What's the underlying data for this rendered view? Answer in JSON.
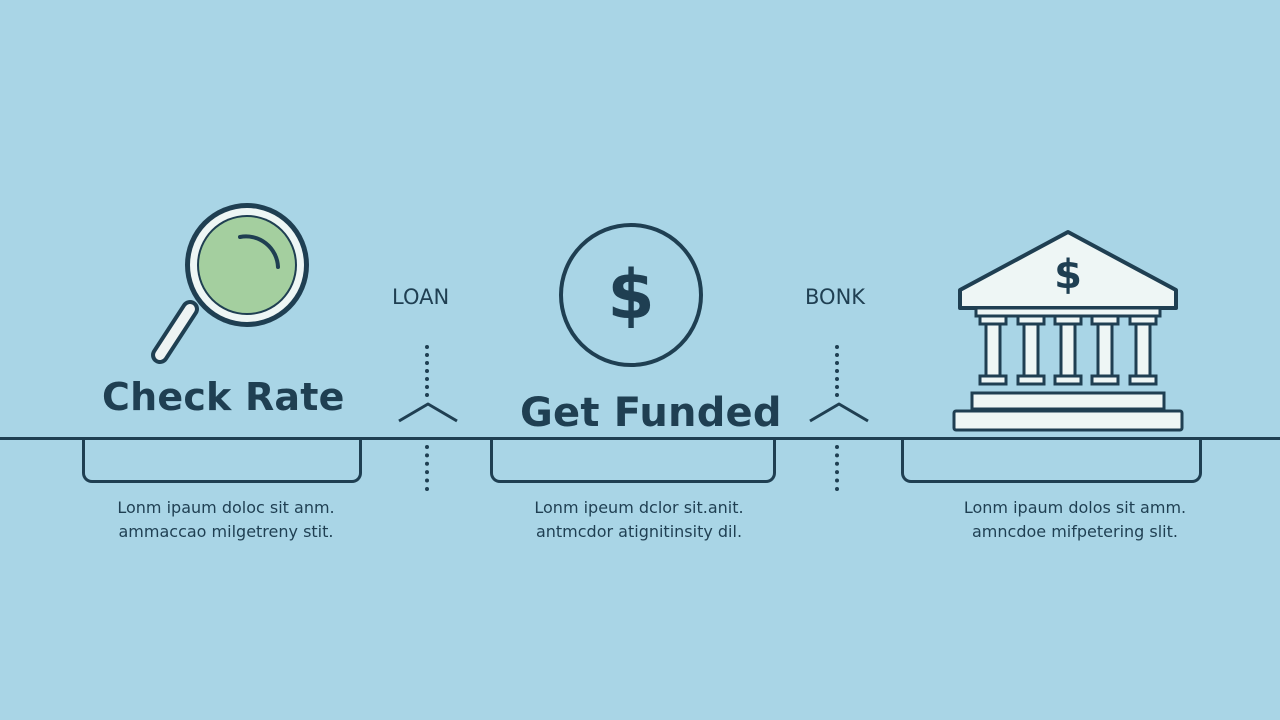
{
  "background_color": "#a9d5e6",
  "accent_color": "#1f3f52",
  "magnifier_lens_color": "#a4cf9f",
  "steps": [
    {
      "title": "Check Rate",
      "icon": "magnifying-glass-icon",
      "desc_line1": "Lonm ipaum doloc sit anm.",
      "desc_line2": "ammaccao milgetreny stit."
    },
    {
      "title": "Get Funded",
      "icon": "dollar-coin-icon",
      "dollar_glyph": "$",
      "desc_line1": "Lonm ipeum dclor sit.anit.",
      "desc_line2": "antmcdor atignitinsity dil."
    },
    {
      "title": "",
      "icon": "bank-building-icon",
      "dollar_glyph": "$",
      "desc_line1": "Lonm ipaum dolos sit amm.",
      "desc_line2": "amncdoe mifpetering slit."
    }
  ],
  "connectors": [
    {
      "label": "LOAN",
      "icon": "chevron-up-icon"
    },
    {
      "label": "BONK",
      "icon": "chevron-up-icon"
    }
  ]
}
